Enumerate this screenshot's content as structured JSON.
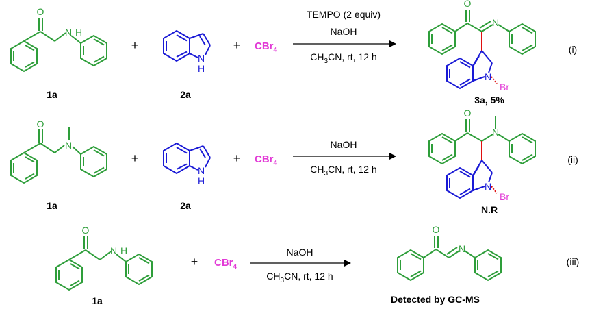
{
  "colors": {
    "reactant1": "#2e9e3a",
    "indole": "#1a1ad6",
    "reagent": "#e23ad6",
    "additive": "#e01010",
    "new_bond": "#e01010",
    "text": "#000000"
  },
  "rows": [
    {
      "id": "i",
      "tag": "(i)",
      "reactant1": {
        "label": "1a",
        "atom_O": "O",
        "atom_N": "N",
        "atom_H": "H"
      },
      "reactant2": {
        "label": "2a",
        "atom_N": "N",
        "atom_H": "H"
      },
      "reagent": {
        "main": "CBr",
        "sub": "4"
      },
      "plus_1": "+",
      "plus_2": "+",
      "additive": "TEMPO (2 equiv)",
      "base": "NaOH",
      "solvent": {
        "pre": "CH",
        "sub": "3",
        "post": "CN, rt, 12 h"
      },
      "product": {
        "label": "3a, 5%",
        "atom_O": "O",
        "atom_N": "N",
        "atom_N_indole": "N",
        "atom_Br": "Br"
      }
    },
    {
      "id": "ii",
      "tag": "(ii)",
      "reactant1": {
        "label": "1a",
        "atom_O": "O",
        "atom_N": "N"
      },
      "reactant2": {
        "label": "2a",
        "atom_N": "N",
        "atom_H": "H"
      },
      "reagent": {
        "main": "CBr",
        "sub": "4"
      },
      "plus_1": "+",
      "plus_2": "+",
      "base": "NaOH",
      "solvent": {
        "pre": "CH",
        "sub": "3",
        "post": "CN, rt, 12 h"
      },
      "product": {
        "label": "N.R",
        "atom_O": "O",
        "atom_N": "N",
        "atom_N_indole": "N",
        "atom_Br": "Br"
      }
    },
    {
      "id": "iii",
      "tag": "(iii)",
      "reactant1": {
        "label": "1a",
        "atom_O": "O",
        "atom_N": "N",
        "atom_H": "H"
      },
      "reagent": {
        "main": "CBr",
        "sub": "4"
      },
      "plus_1": "+",
      "base": "NaOH",
      "solvent": {
        "pre": "CH",
        "sub": "3",
        "post": "CN, rt, 12 h"
      },
      "product": {
        "label": "Detected by GC-MS",
        "atom_O": "O",
        "atom_N": "N"
      }
    }
  ]
}
